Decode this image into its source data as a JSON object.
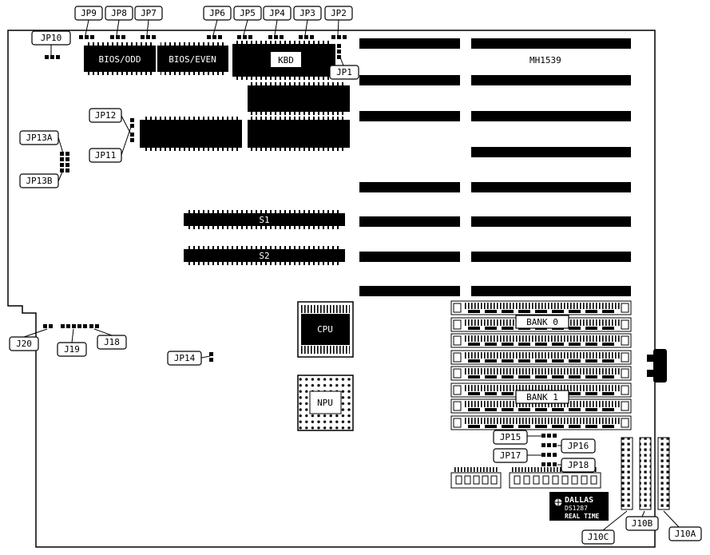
{
  "board": {
    "model": "MH1539",
    "bg": "#ffffff",
    "line": "#000000",
    "chip": "#000000"
  },
  "labels": {
    "jp1": "JP1",
    "jp2": "JP2",
    "jp3": "JP3",
    "jp4": "JP4",
    "jp5": "JP5",
    "jp6": "JP6",
    "jp7": "JP7",
    "jp8": "JP8",
    "jp9": "JP9",
    "jp10": "JP10",
    "jp11": "JP11",
    "jp12": "JP12",
    "jp13a": "JP13A",
    "jp13b": "JP13B",
    "jp14": "JP14",
    "jp15": "JP15",
    "jp16": "JP16",
    "jp17": "JP17",
    "jp18": "JP18",
    "j18": "J18",
    "j19": "J19",
    "j20": "J20",
    "j10a": "J10A",
    "j10b": "J10B",
    "j10c": "J10C"
  },
  "chips": {
    "bios_odd": "BIOS/ODD",
    "bios_even": "BIOS/EVEN",
    "kbd": "KBD",
    "cpu": "CPU",
    "npu": "NPU",
    "s1": "S1",
    "s2": "S2"
  },
  "memory": {
    "bank0": "BANK 0",
    "bank1": "BANK 1"
  },
  "rtc": {
    "brand": "DALLAS",
    "part": "DS1287",
    "tagline": "REAL TIME"
  }
}
